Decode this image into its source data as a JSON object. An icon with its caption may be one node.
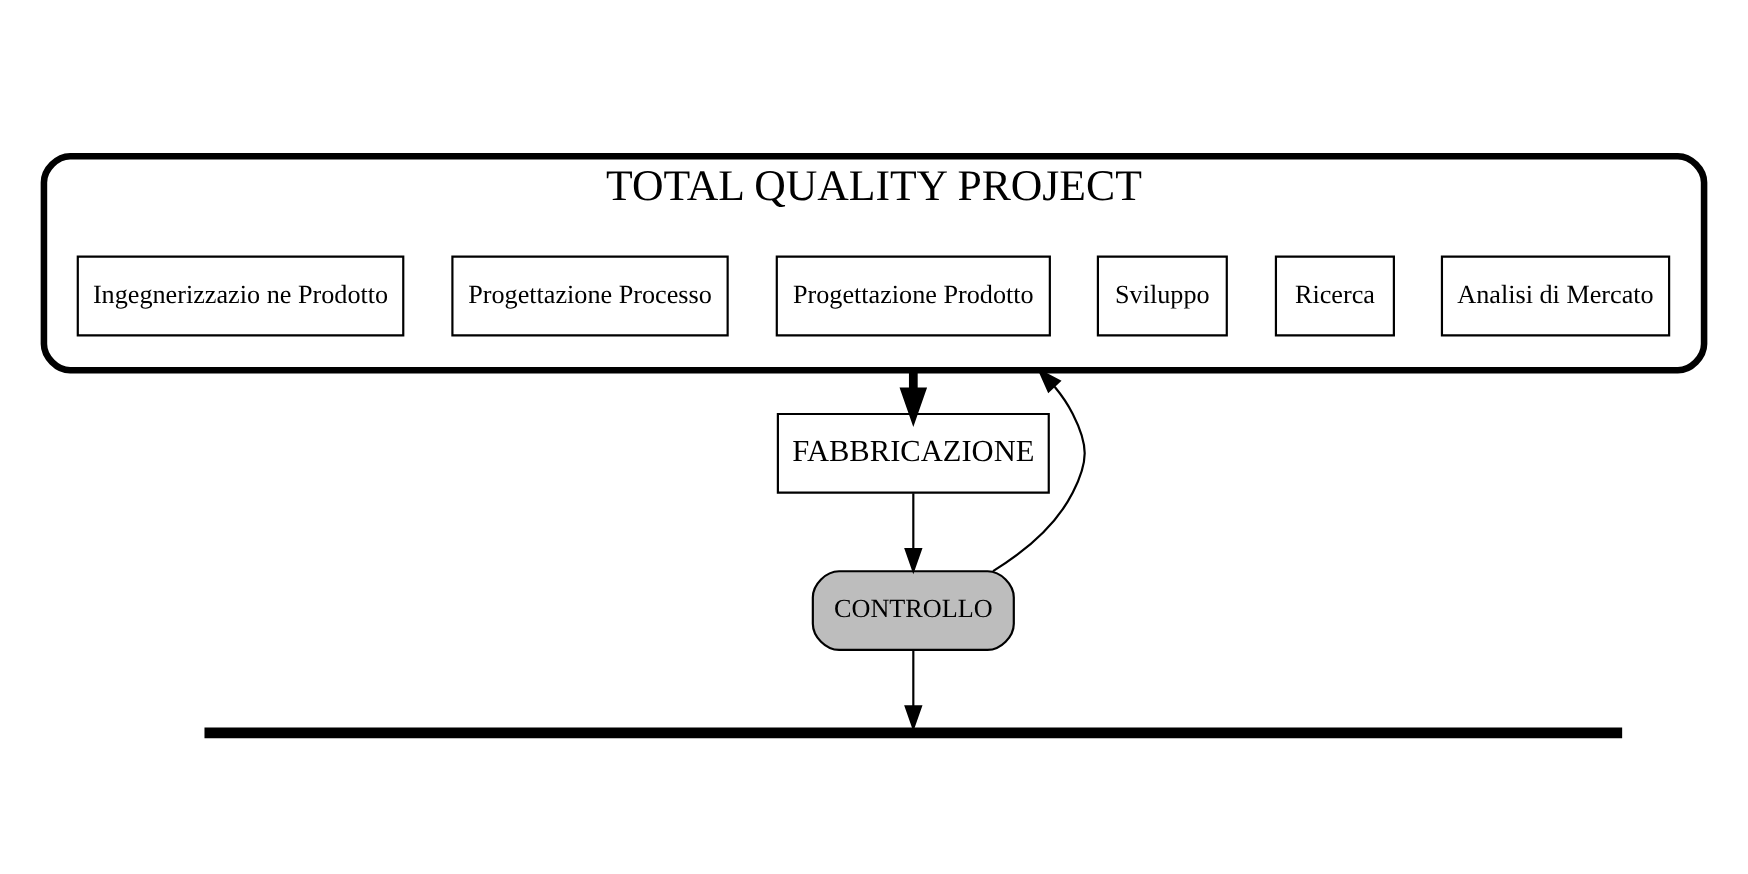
{
  "diagram": {
    "nodes": [
      {
        "text": [
          "TOTAL QUALITY PROJECT"
        ]
      },
      {
        "text": [
          "Analisi di Mercato"
        ],
        "in": 0
      },
      {
        "text": [
          "Ricerca"
        ],
        "in": 0
      },
      {
        "text": [
          "Sviluppo"
        ],
        "in": 0
      },
      {
        "text": [
          "Progettazione Prodotto"
        ],
        "in": 0
      },
      {
        "text": [
          "Progettazione Processo"
        ],
        "in": 0
      },
      {
        "text": [
          "Ingegnerizzazio ne Prodotto"
        ],
        "in": 0
      },
      {
        "text": [
          "FABBRICAZIONE"
        ]
      },
      {
        "text": [
          "CONTROLLO"
        ]
      },
      {
        "text": [],
        "shape": "bar"
      }
    ],
    "edges": [
      {
        "from": 0,
        "to": 7,
        "arrow": "to",
        "style": "thick"
      },
      {
        "from": 7,
        "to": 8,
        "arrow": "to"
      },
      {
        "from": 8,
        "to": 0,
        "arrow": "to"
      },
      {
        "from": 8,
        "to": 9,
        "arrow": "to"
      }
    ]
  }
}
